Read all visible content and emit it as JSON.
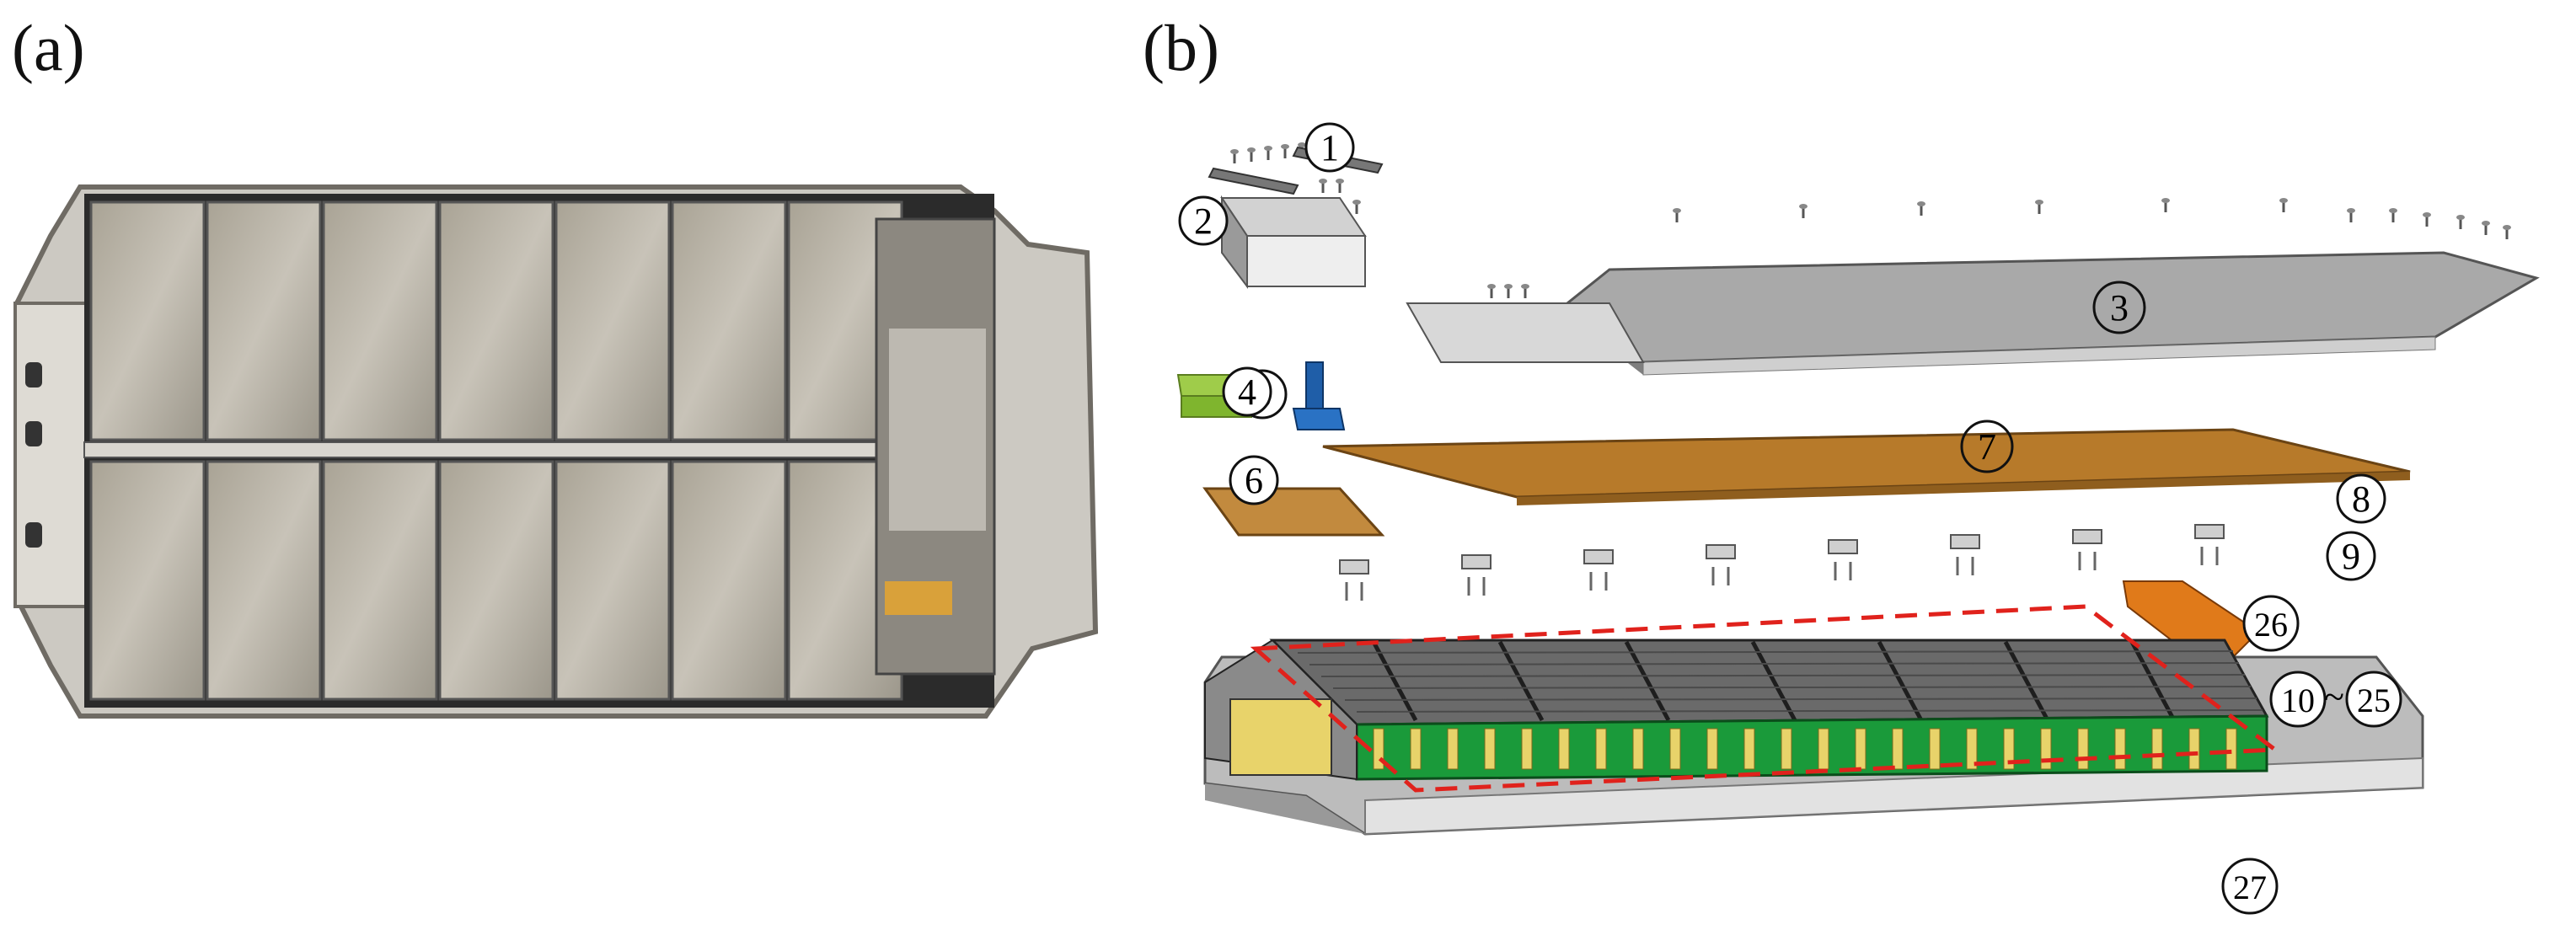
{
  "panels": {
    "a_label": "(a)",
    "b_label": "(b)"
  },
  "callouts": [
    "1",
    "2",
    "3",
    "4",
    "5",
    "6",
    "7",
    "8",
    "9",
    "26",
    "10",
    "~",
    "25",
    "27"
  ],
  "colors": {
    "tray_grey": "#8a8a8a",
    "cell_green": "#1a9a3a",
    "cell_yellow": "#e8d36a",
    "plate_brown": "#b77a2a",
    "coolant_green": "#7fb52e",
    "connector_blue": "#1f5ea8",
    "dashed_red": "#e0221c",
    "photo_panel": "#b9b3a7"
  }
}
